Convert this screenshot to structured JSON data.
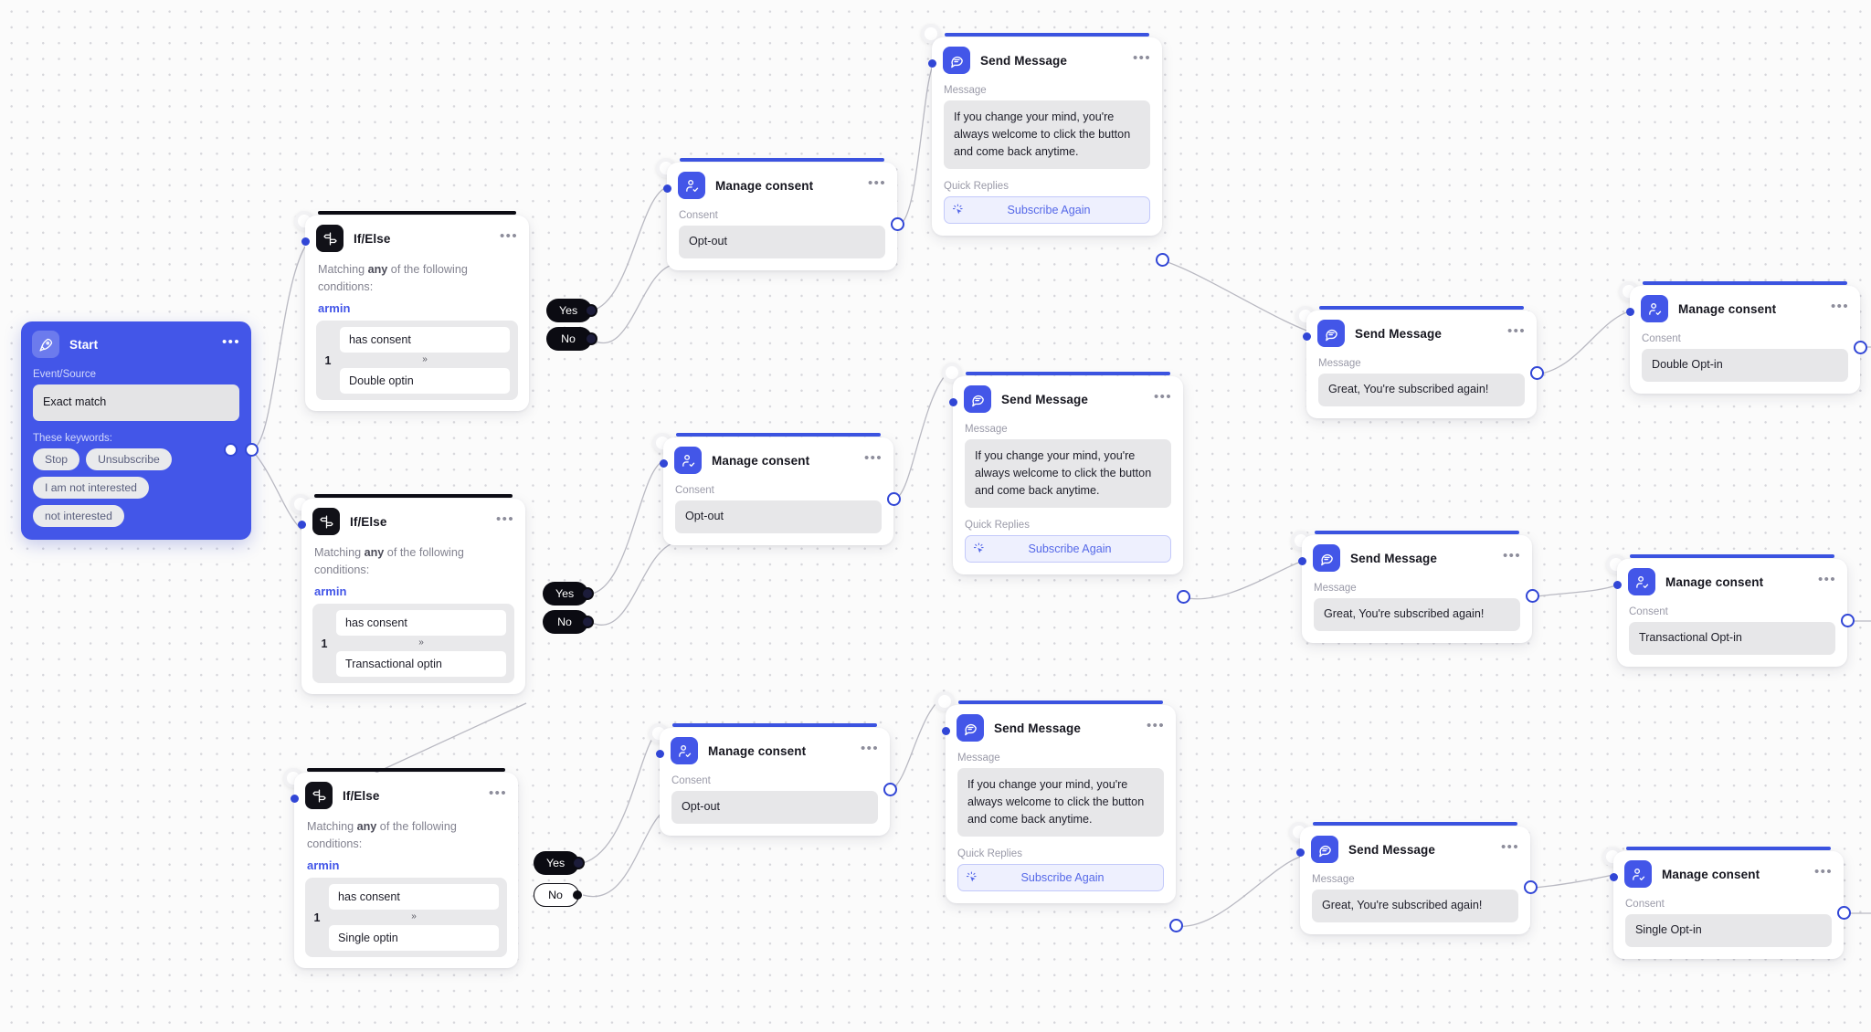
{
  "canvas": {
    "background": "#fbfbfb",
    "dot_color": "#d6d6db",
    "accent": "#4356e8",
    "dark": "#0b0b12"
  },
  "labels": {
    "event_source": "Event/Source",
    "keywords_label": "These keywords:",
    "matching_pre": "Matching ",
    "matching_any": "any",
    "matching_post": " of the following conditions:",
    "message": "Message",
    "quick_replies": "Quick Replies",
    "consent": "Consent",
    "chevron": "»",
    "dots": "•••"
  },
  "nodes": [
    {
      "id": "start",
      "type": "start",
      "title": "Start",
      "icon": "rocket-icon",
      "event_source_value": "Exact match",
      "keywords": [
        "Stop",
        "Unsubscribe",
        "I am not interested",
        "not interested"
      ]
    },
    {
      "id": "ifelse-1",
      "type": "if-else",
      "title": "If/Else",
      "icon": "signpost-icon",
      "variable": "armin",
      "condition_number": "1",
      "condition_operator": "has consent",
      "condition_value": "Double optin",
      "yes_label": "Yes",
      "no_label": "No"
    },
    {
      "id": "ifelse-2",
      "type": "if-else",
      "title": "If/Else",
      "icon": "signpost-icon",
      "variable": "armin",
      "condition_number": "1",
      "condition_operator": "has consent",
      "condition_value": "Transactional optin",
      "yes_label": "Yes",
      "no_label": "No"
    },
    {
      "id": "ifelse-3",
      "type": "if-else",
      "title": "If/Else",
      "icon": "signpost-icon",
      "variable": "armin",
      "condition_number": "1",
      "condition_operator": "has consent",
      "condition_value": "Single optin",
      "yes_label": "Yes",
      "no_label": "No"
    },
    {
      "id": "consent-optout-1",
      "type": "manage-consent",
      "title": "Manage consent",
      "icon": "user-check-icon",
      "consent_value": "Opt-out"
    },
    {
      "id": "consent-optout-2",
      "type": "manage-consent",
      "title": "Manage consent",
      "icon": "user-check-icon",
      "consent_value": "Opt-out"
    },
    {
      "id": "consent-optout-3",
      "type": "manage-consent",
      "title": "Manage consent",
      "icon": "user-check-icon",
      "consent_value": "Opt-out"
    },
    {
      "id": "send-winback-1",
      "type": "send-message",
      "title": "Send Message",
      "icon": "chat-bubble-icon",
      "message": "If you change your mind, you're always welcome to click the button and come back anytime.",
      "quick_reply": "Subscribe Again",
      "quick_reply_icon": "click-cursor-icon"
    },
    {
      "id": "send-winback-2",
      "type": "send-message",
      "title": "Send Message",
      "icon": "chat-bubble-icon",
      "message": "If you change your mind, you're always welcome to click the button and come back anytime.",
      "quick_reply": "Subscribe Again",
      "quick_reply_icon": "click-cursor-icon"
    },
    {
      "id": "send-winback-3",
      "type": "send-message",
      "title": "Send Message",
      "icon": "chat-bubble-icon",
      "message": "If you change your mind, you're always welcome to click the button and come back anytime.",
      "quick_reply": "Subscribe Again",
      "quick_reply_icon": "click-cursor-icon"
    },
    {
      "id": "send-confirm-1",
      "type": "send-message-simple",
      "title": "Send Message",
      "icon": "chat-bubble-icon",
      "message": "Great, You're subscribed again!"
    },
    {
      "id": "send-confirm-2",
      "type": "send-message-simple",
      "title": "Send Message",
      "icon": "chat-bubble-icon",
      "message": "Great, You're subscribed again!"
    },
    {
      "id": "send-confirm-3",
      "type": "send-message-simple",
      "title": "Send Message",
      "icon": "chat-bubble-icon",
      "message": "Great, You're subscribed again!"
    },
    {
      "id": "consent-double",
      "type": "manage-consent",
      "title": "Manage consent",
      "icon": "user-check-icon",
      "consent_value": "Double Opt-in"
    },
    {
      "id": "consent-transactional",
      "type": "manage-consent",
      "title": "Manage consent",
      "icon": "user-check-icon",
      "consent_value": "Transactional Opt-in"
    },
    {
      "id": "consent-single",
      "type": "manage-consent",
      "title": "Manage consent",
      "icon": "user-check-icon",
      "consent_value": "Single Opt-in"
    }
  ]
}
